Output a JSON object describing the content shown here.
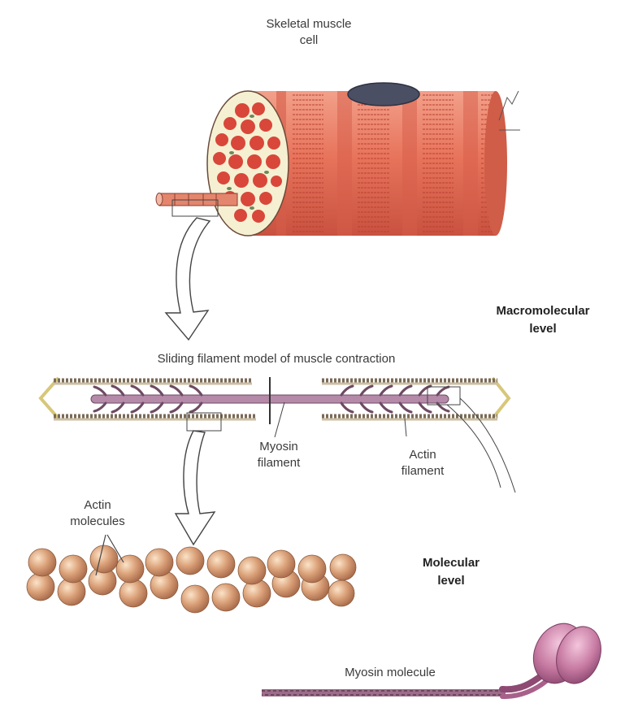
{
  "labels": {
    "cell_line1": "Skeletal muscle",
    "cell_line2": "cell",
    "sliding_model": "Sliding filament model of muscle contraction",
    "myosin_filament_line1": "Myosin",
    "myosin_filament_line2": "filament",
    "actin_filament_line1": "Actin",
    "actin_filament_line2": "filament",
    "actin_molecules_line1": "Actin",
    "actin_molecules_line2": "molecules",
    "myosin_molecule": "Myosin molecule"
  },
  "levels": {
    "macromolecular_line1": "Macromolecular",
    "macromolecular_line2": "level",
    "molecular_line1": "Molecular",
    "molecular_line2": "level"
  },
  "colors": {
    "muscle": "#e86f58",
    "muscle_stripe": "#c94a3a",
    "nucleus": "#4b4f63",
    "actin_bead": "#d9a47a",
    "myosin": "#b07aa0",
    "myosin_head": "#c980a8"
  }
}
